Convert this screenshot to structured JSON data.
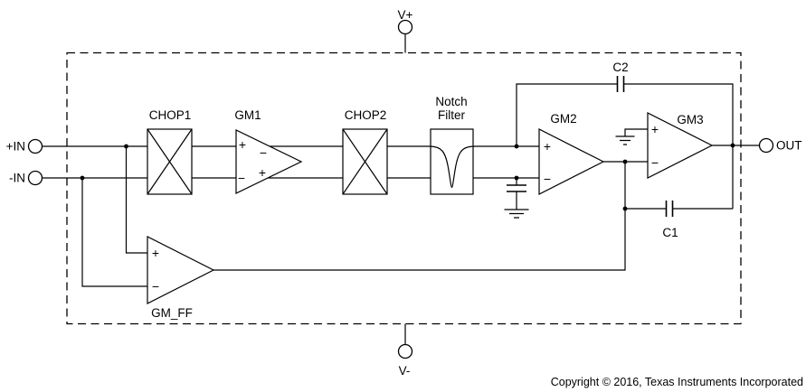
{
  "diagram": {
    "terminals": {
      "v_plus": "V+",
      "v_minus": "V-",
      "in_plus": "+IN",
      "in_minus": "-IN",
      "out": "OUT"
    },
    "blocks": {
      "chop1": "CHOP1",
      "gm1": "GM1",
      "chop2": "CHOP2",
      "notch_line1": "Notch",
      "notch_line2": "Filter",
      "gm2": "GM2",
      "gm3": "GM3",
      "gm_ff": "GM_FF"
    },
    "capacitors": {
      "c1": "C1",
      "c2": "C2"
    },
    "signs": {
      "plus": "+",
      "minus": "−"
    },
    "footer": {
      "copyright": "Copyright © 2016, Texas Instruments Incorporated"
    }
  },
  "colors": {
    "line": "#000000",
    "text": "#000000",
    "background": "#ffffff"
  }
}
